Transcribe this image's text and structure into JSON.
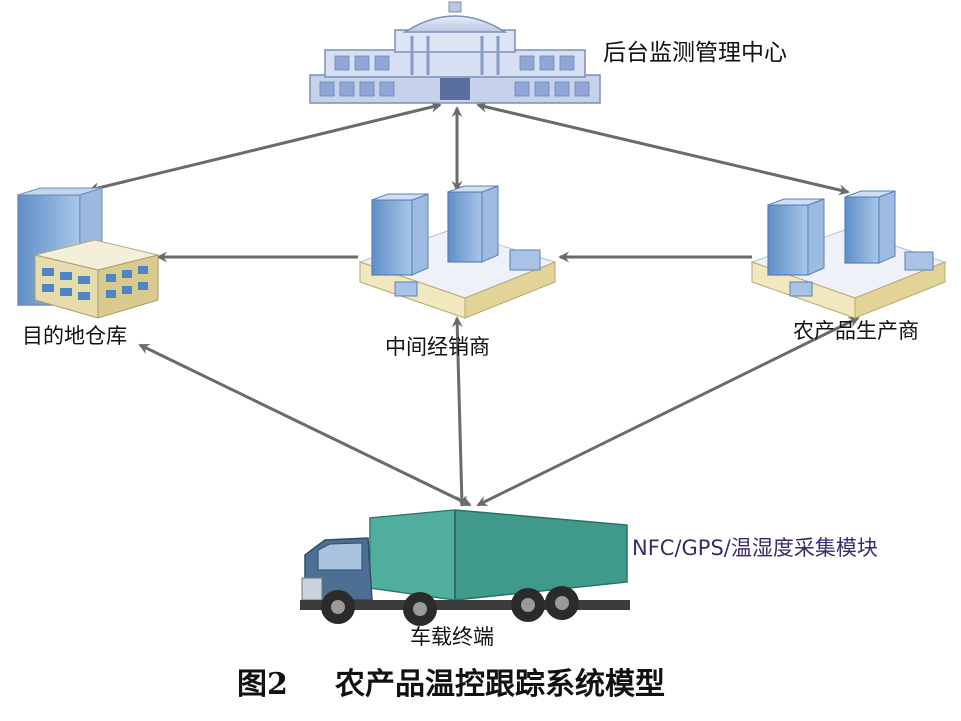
{
  "nodes": {
    "center": {
      "label": "后台监测管理中心"
    },
    "warehouse": {
      "label": "目的地仓库"
    },
    "distributor": {
      "label": "中间经销商"
    },
    "producer": {
      "label": "农产品生产商"
    },
    "truck": {
      "label": "车载终端",
      "module_label": "NFC/GPS/温湿度采集模块"
    }
  },
  "caption": {
    "figure_no": "图2",
    "title": "农产品温控跟踪系统模型"
  },
  "colors": {
    "arrow": "#6b6b6b",
    "building_blue": "#7fa8d6",
    "building_light": "#c9d8ee",
    "truck_box": "#3f9a8c",
    "truck_cab": "#4d6f93"
  }
}
